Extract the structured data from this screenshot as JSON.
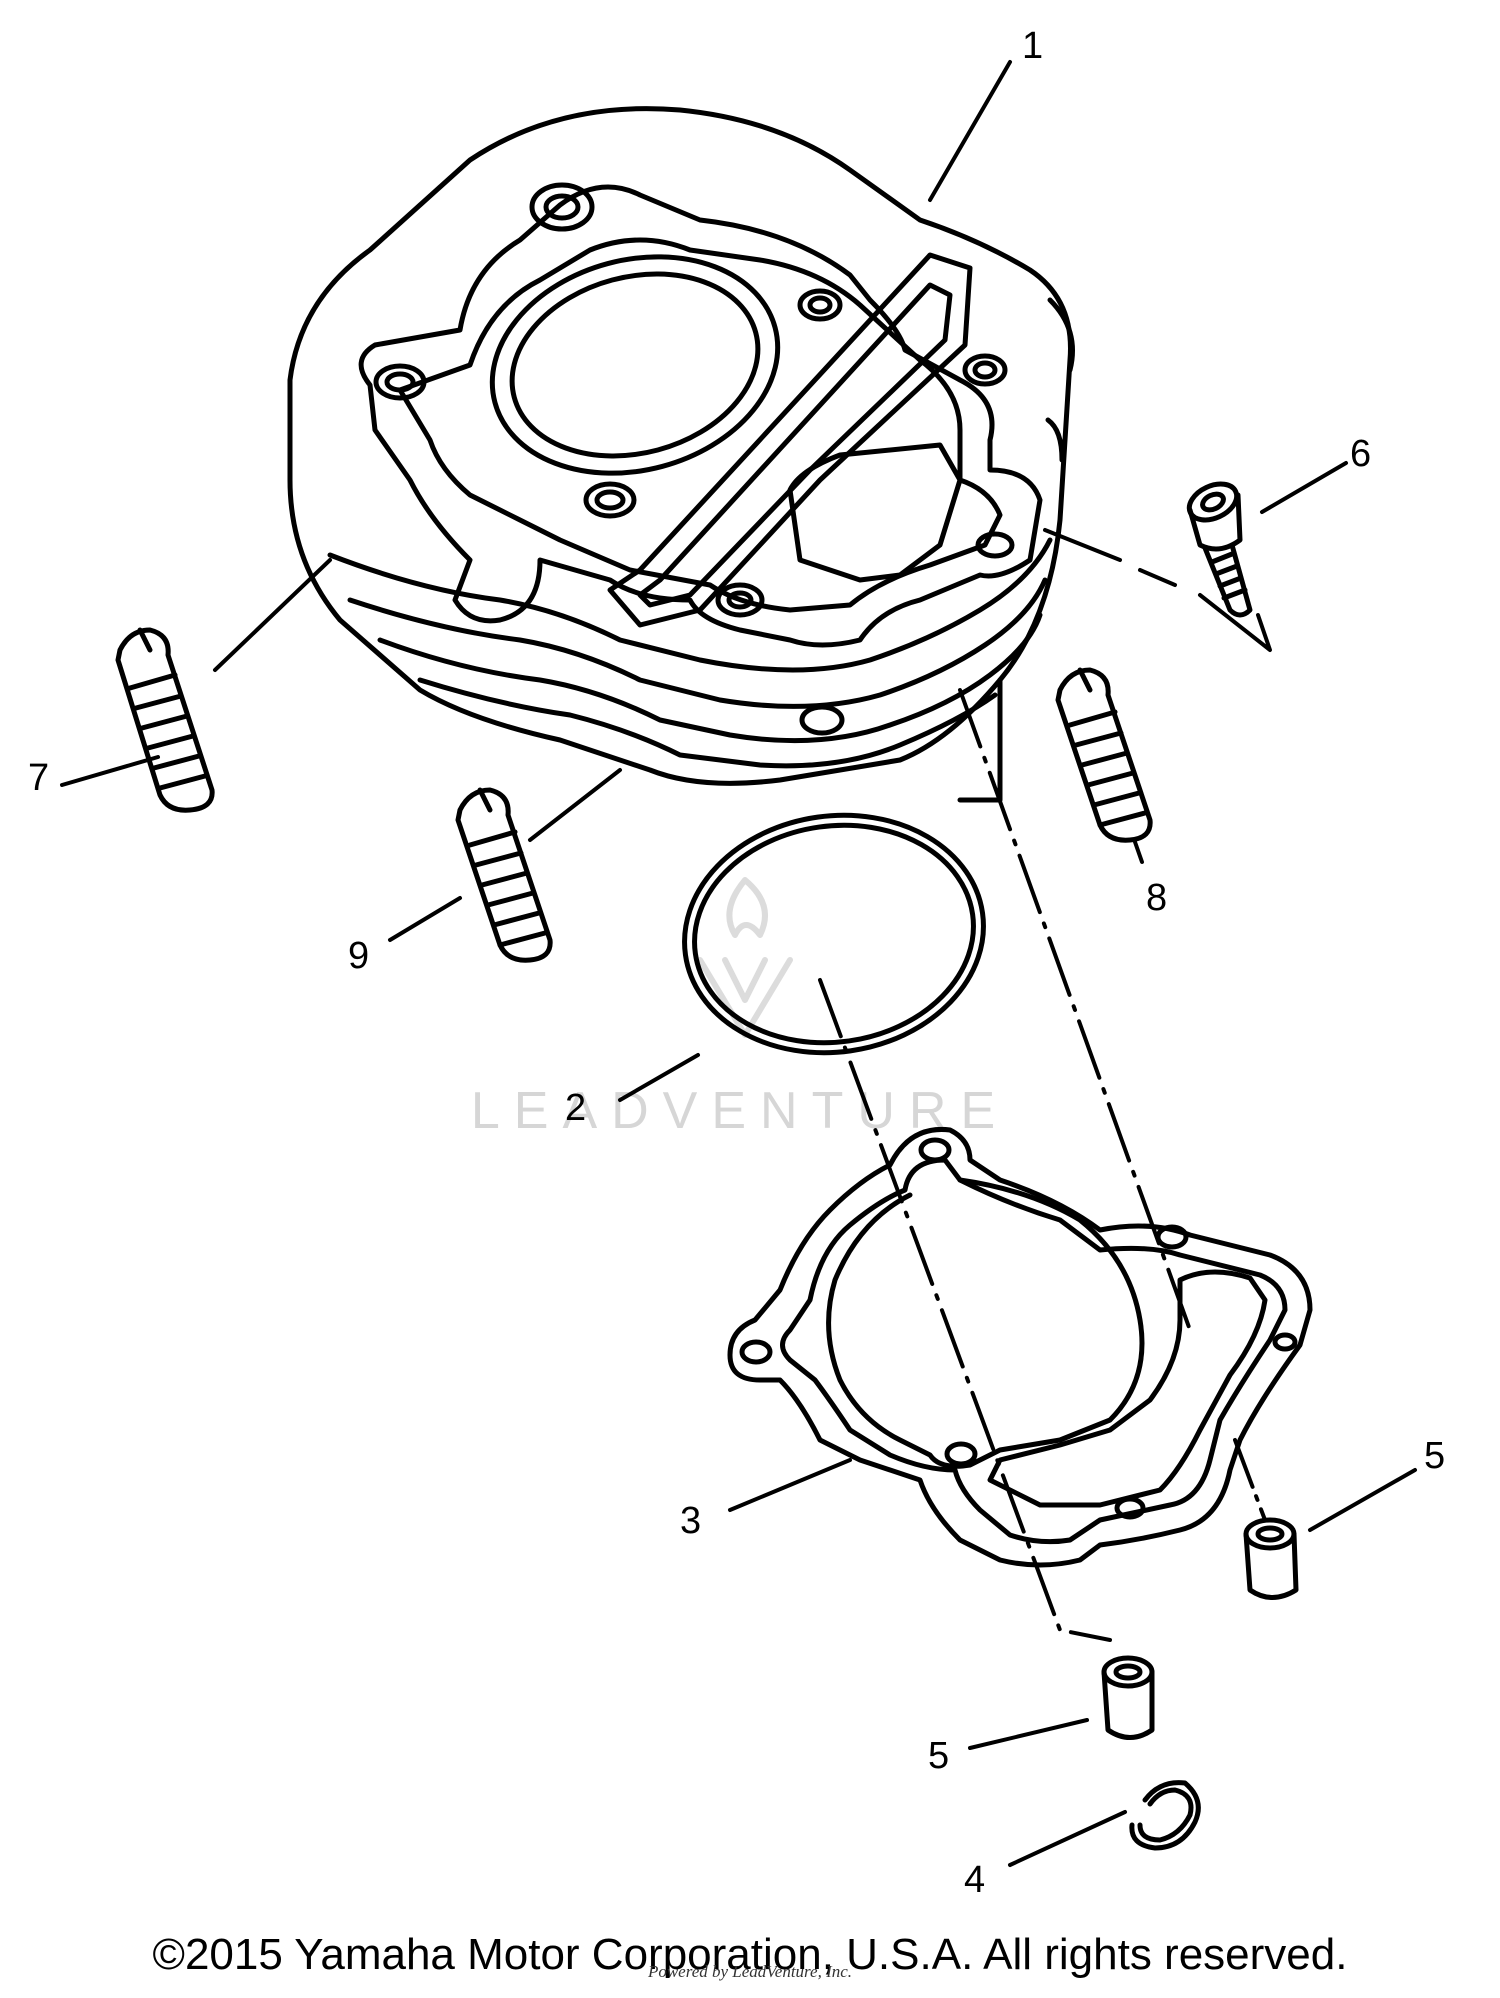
{
  "callouts": [
    {
      "id": "1",
      "text": "1"
    },
    {
      "id": "2",
      "text": "2"
    },
    {
      "id": "3",
      "text": "3"
    },
    {
      "id": "4",
      "text": "4"
    },
    {
      "id": "5a",
      "text": "5"
    },
    {
      "id": "5b",
      "text": "5"
    },
    {
      "id": "6",
      "text": "6"
    },
    {
      "id": "7",
      "text": "7"
    },
    {
      "id": "8",
      "text": "8"
    },
    {
      "id": "9",
      "text": "9"
    }
  ],
  "watermark": "LEADVENTURE",
  "copyright": "©2015 Yamaha Motor Corporation, U.S.A. All rights reserved.",
  "powered_by": "Powered by LeadVenture, Inc."
}
